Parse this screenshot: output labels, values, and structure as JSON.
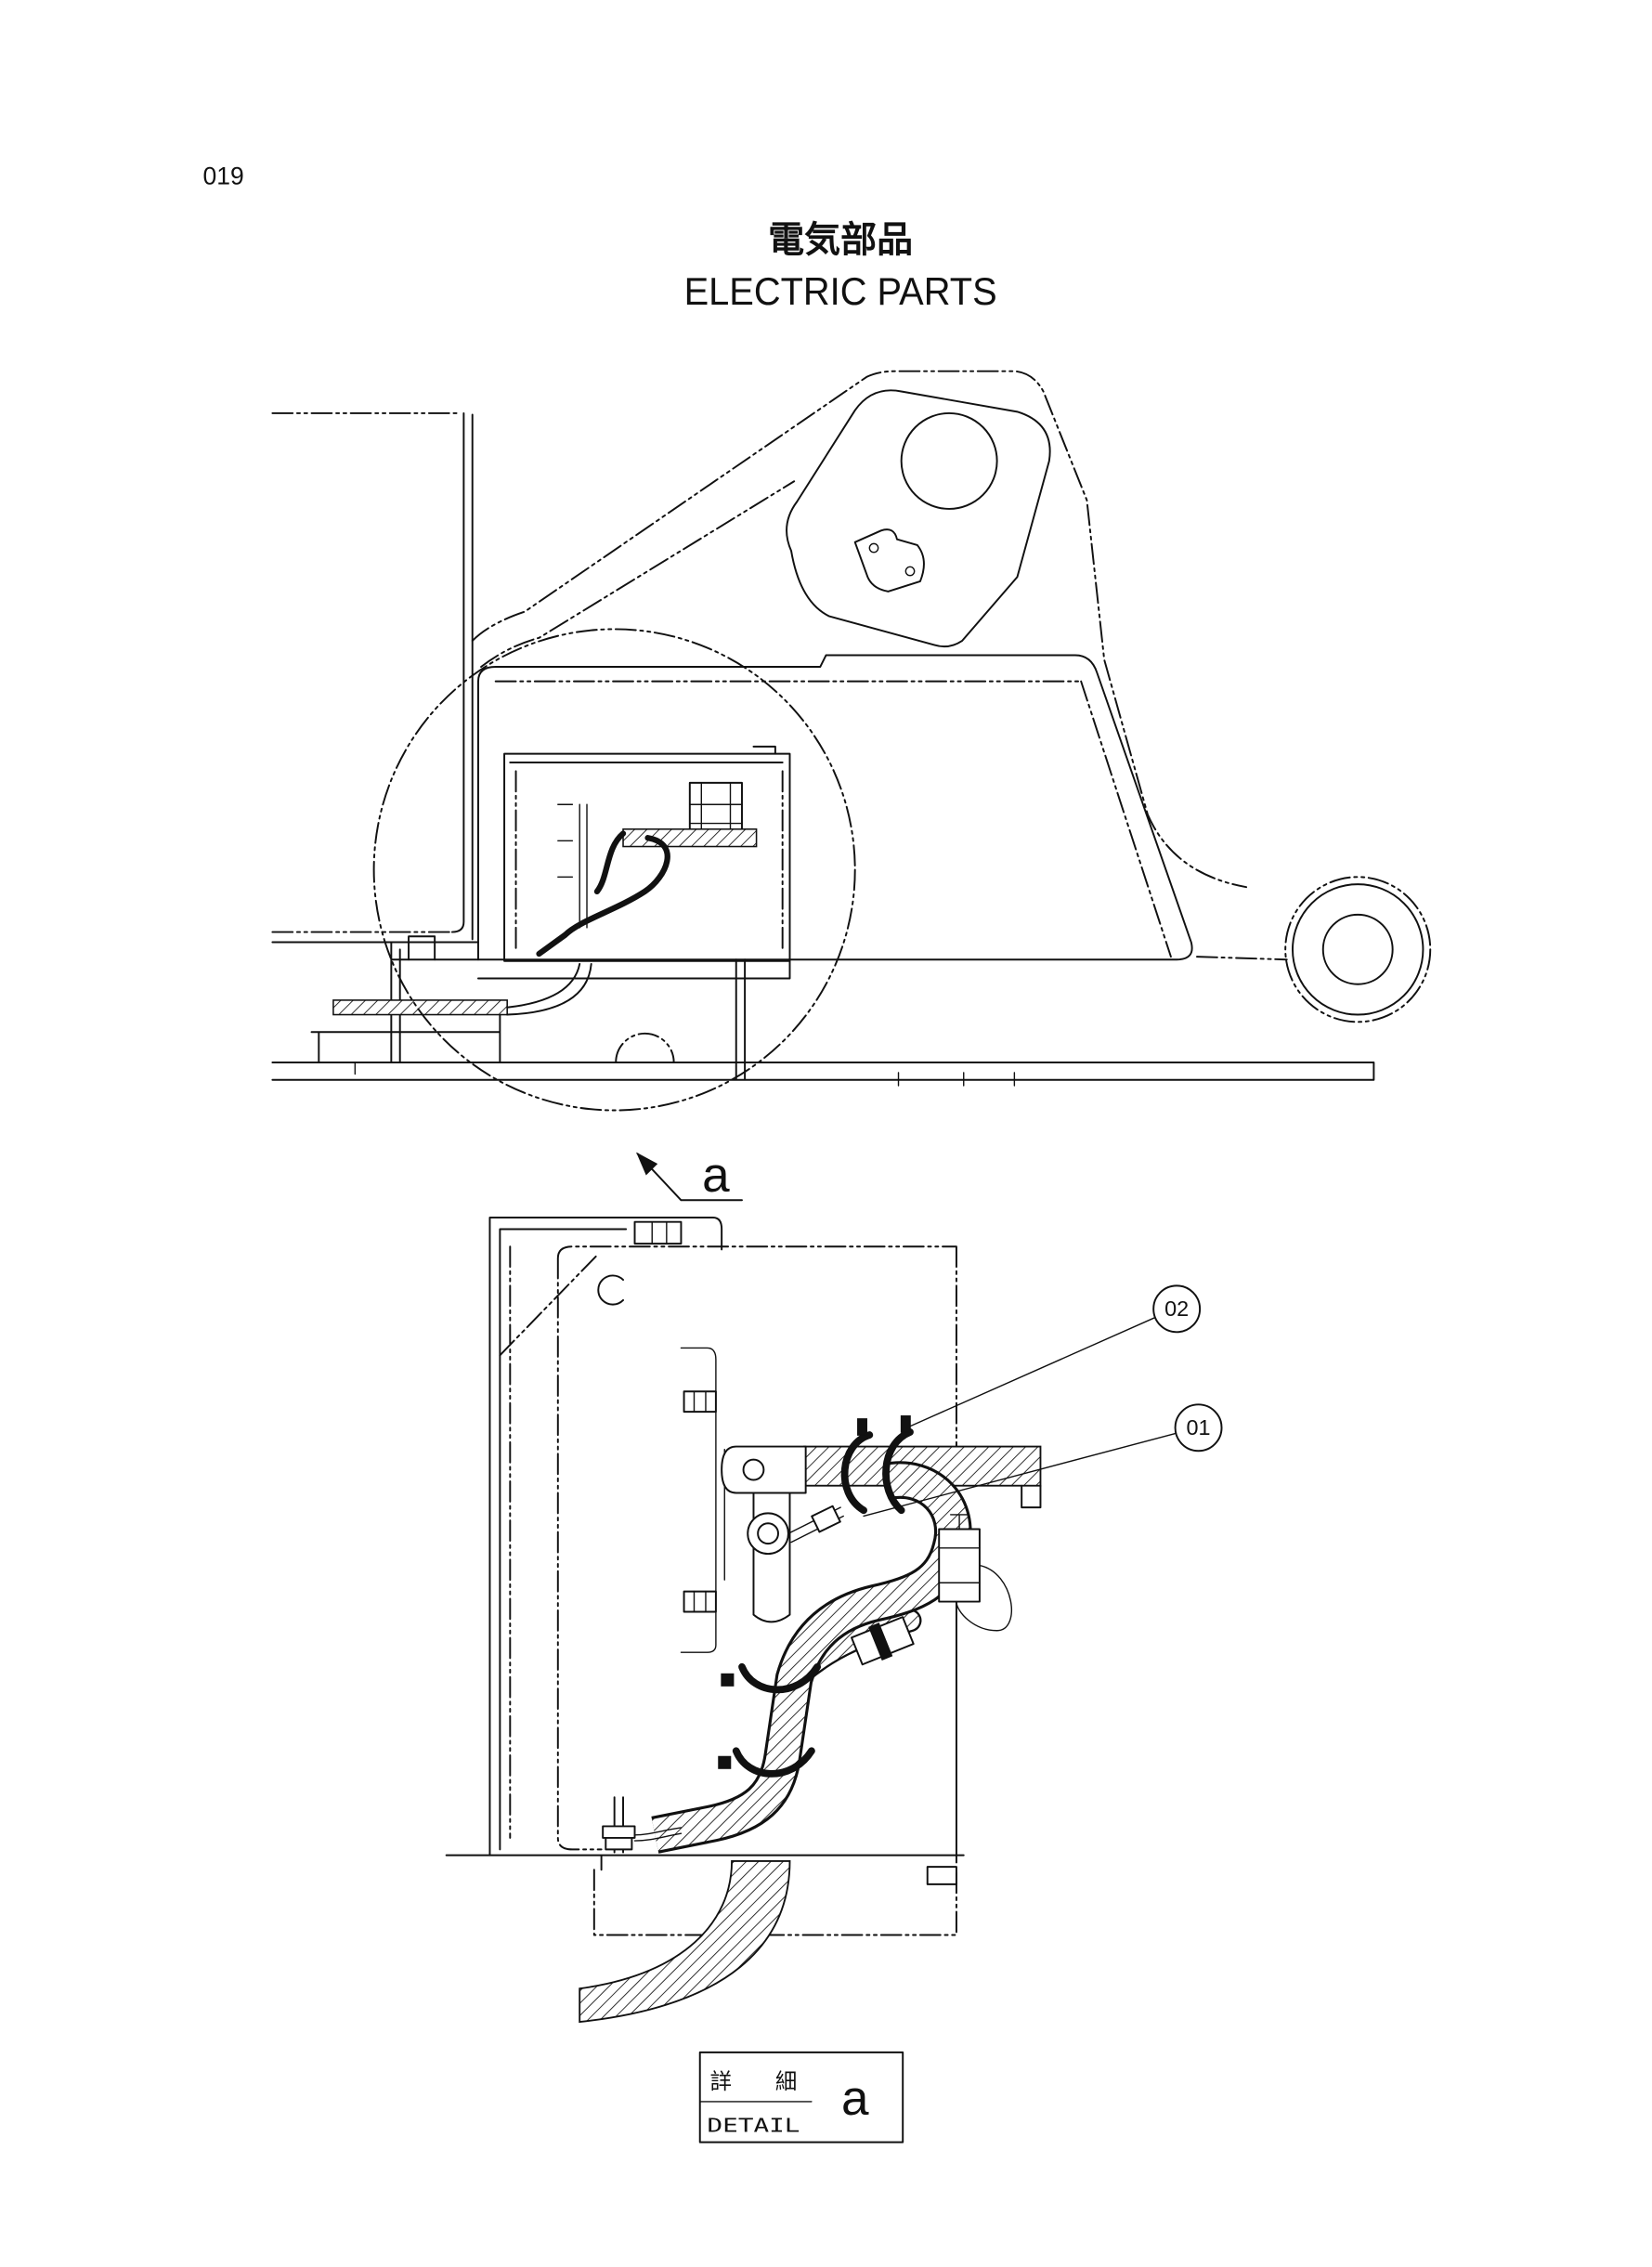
{
  "page": {
    "number": "019"
  },
  "title": {
    "jp": "電気部品",
    "en": "ELECTRIC PARTS"
  },
  "diagram": {
    "detail_callout": "a",
    "part_labels": [
      "02",
      "01"
    ]
  },
  "detail_label": {
    "jp": [
      "詳",
      "細"
    ],
    "en": "DETAIL",
    "ref": "a"
  },
  "colors": {
    "ink": "#111111",
    "paper": "#ffffff"
  }
}
